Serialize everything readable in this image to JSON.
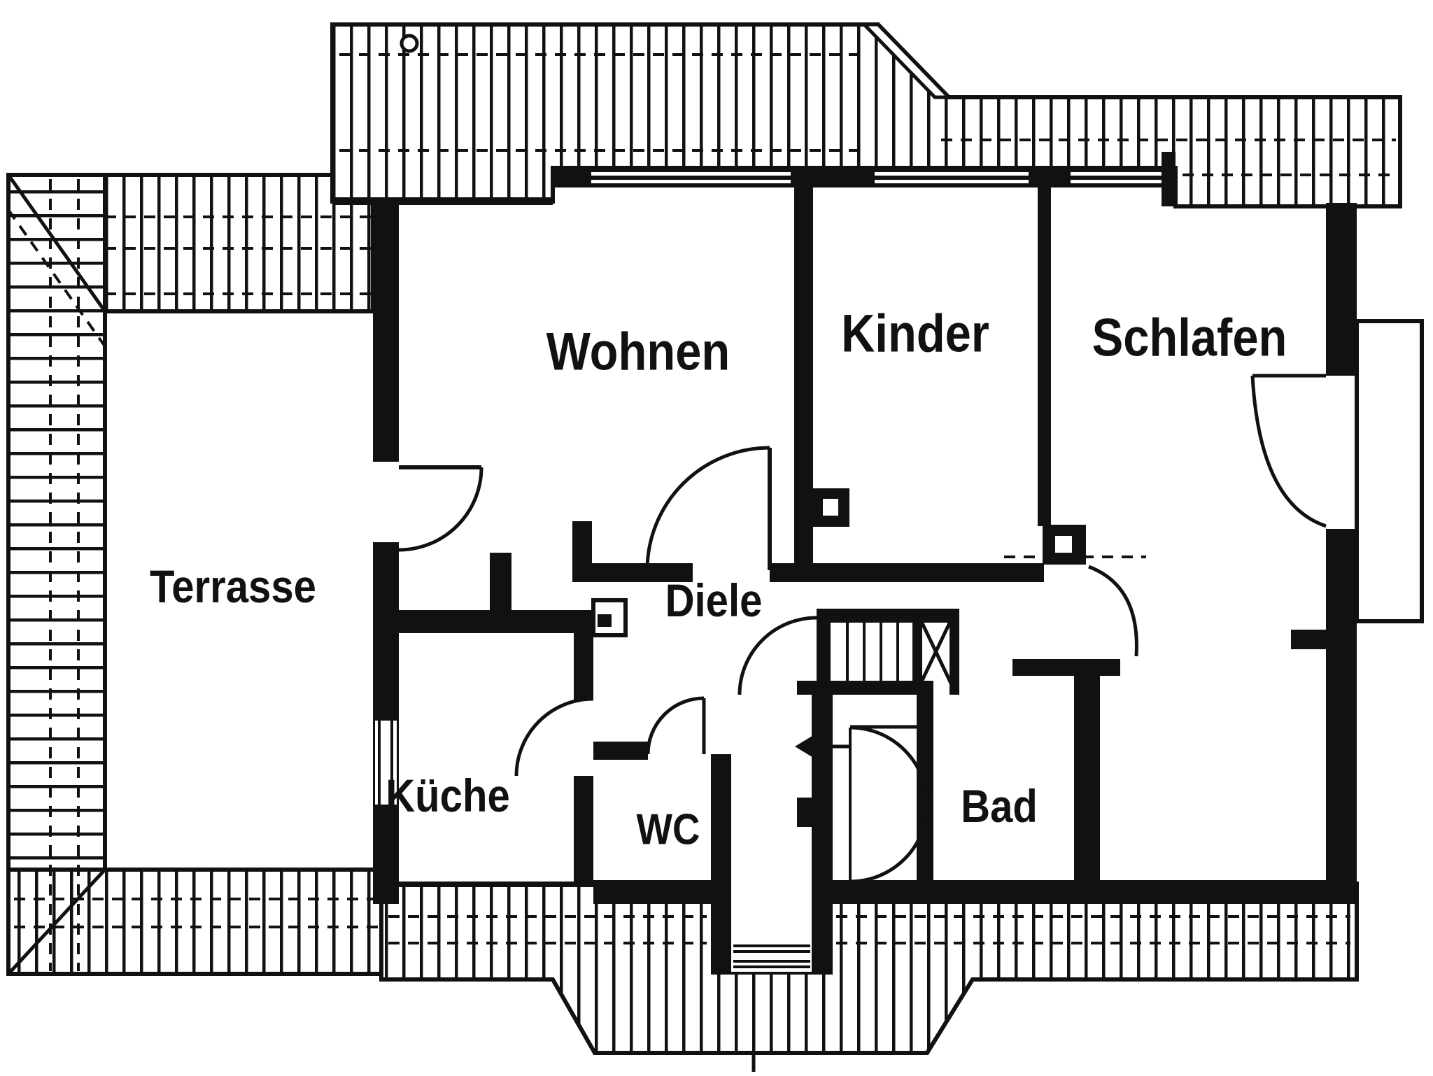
{
  "plan": {
    "type": "floorplan",
    "colors": {
      "ink": "#111111",
      "paper": "#ffffff"
    },
    "rooms": {
      "terrasse": {
        "label": "Terrasse"
      },
      "wohnen": {
        "label": "Wohnen"
      },
      "kinder": {
        "label": "Kinder"
      },
      "schlafen": {
        "label": "Schlafen"
      },
      "diele": {
        "label": "Diele"
      },
      "kueche": {
        "label": "Küche"
      },
      "wc": {
        "label": "WC"
      },
      "bad": {
        "label": "Bad"
      }
    }
  }
}
